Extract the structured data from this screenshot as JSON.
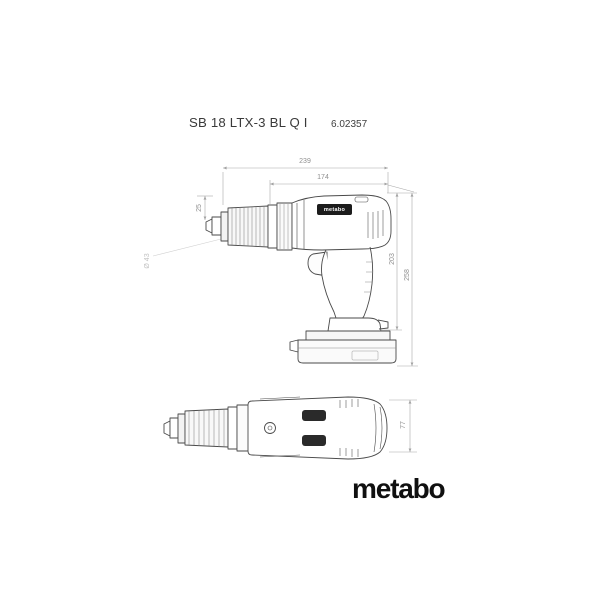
{
  "header": {
    "model": "SB 18 LTX-3 BL Q I",
    "article_no": "6.02357"
  },
  "dimensions": {
    "overall_length_mm": "239",
    "body_length_mm": "174",
    "chuck_nose_mm": "25",
    "collar_diameter": "Ø 43",
    "height_without_battery_mm": "203",
    "overall_height_mm": "258",
    "housing_width_mm": "77"
  },
  "branding": {
    "logo": "metabo",
    "body_badge": "metabo"
  },
  "drawing": {
    "views": [
      "side-view",
      "top-view"
    ]
  },
  "colors": {
    "drawing_line": "#4a4a4a",
    "dimension_line": "#a3a3a3",
    "dimension_text": "#8f8f8f",
    "badge_fill": "#1c1c1c",
    "logo_color": "#101010",
    "background": "#ffffff"
  }
}
